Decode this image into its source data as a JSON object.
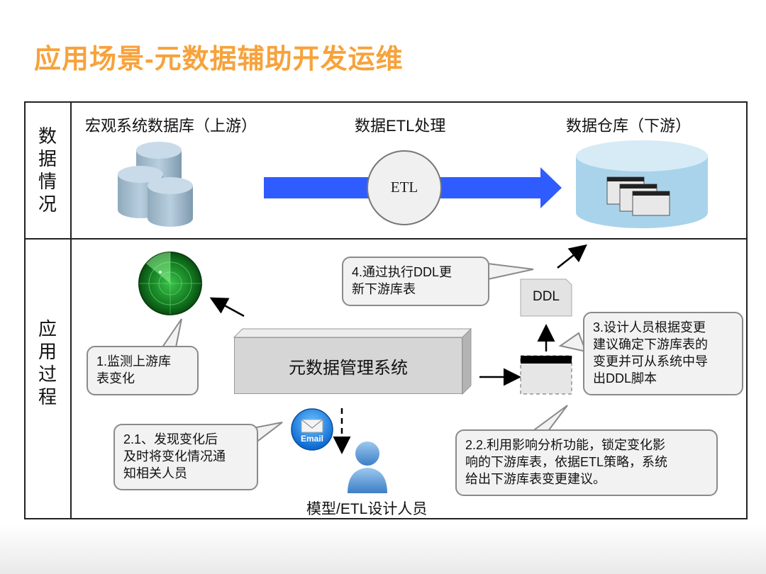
{
  "title": "应用场景-元数据辅助开发运维",
  "row_labels": {
    "data_situation": [
      "数",
      "据",
      "情",
      "况"
    ],
    "application_process": [
      "应",
      "用",
      "过",
      "程"
    ]
  },
  "top_row": {
    "upstream_label": "宏观系统数据库（上游）",
    "etl_label": "数据ETL处理",
    "downstream_label": "数据仓库（下游）",
    "etl_circle_text": "ETL"
  },
  "center_system": "元数据管理系统",
  "ddl_doc_text": "DDL",
  "email_text": "Email",
  "person_label": "模型/ETL设计人员",
  "bubbles": {
    "b1": [
      "1.监测上游库",
      "表变化"
    ],
    "b2_1": [
      "2.1、发现变化后",
      "及时将变化情况通",
      "知相关人员"
    ],
    "b2_2": [
      "2.2.利用影响分析功能，锁定变化影",
      "响的下游库表，依据ETL策略，系统",
      "给出下游库表变更建议。"
    ],
    "b3": [
      "3.设计人员根据变更",
      "建议确定下游库表的",
      "变更并可从系统中导",
      "出DDL脚本"
    ],
    "b4": [
      "4.通过执行DDL更",
      "新下游库表"
    ]
  },
  "colors": {
    "title": "#f7a23b",
    "flow_arrow": "#2f5cff",
    "warehouse": "#a9d3ea",
    "radar": "#1c8f2a"
  }
}
